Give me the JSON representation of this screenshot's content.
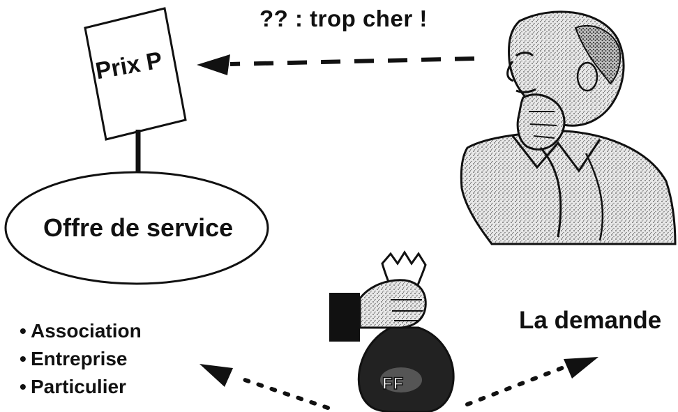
{
  "diagram": {
    "question_text": "?? : trop cher !",
    "price_sign_label": "Prix P",
    "offer_label": "Offre de service",
    "demand_label": "La demande",
    "offer_types": [
      "Association",
      "Entreprise",
      "Particulier"
    ],
    "money_bag_label": "FF",
    "bullet_symbol": "•"
  },
  "icons": {
    "thinking_man": "thinking-man-icon",
    "money_bag_hand": "money-bag-hand-icon"
  },
  "colors": {
    "ink": "#111111",
    "background": "#ffffff",
    "stipple": "#9a9a9a"
  }
}
